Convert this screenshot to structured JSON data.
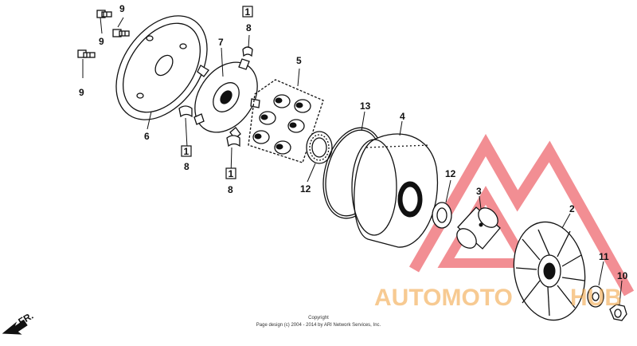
{
  "diagram": {
    "parts": [
      {
        "key": "p9a",
        "label": "9"
      },
      {
        "key": "p9b",
        "label": "9"
      },
      {
        "key": "p9c",
        "label": "9"
      },
      {
        "key": "p7",
        "label": "7"
      },
      {
        "key": "p8a",
        "label": "8"
      },
      {
        "key": "p8b",
        "label": "8"
      },
      {
        "key": "p8c",
        "label": "8"
      },
      {
        "key": "p5",
        "label": "5"
      },
      {
        "key": "p6",
        "label": "6"
      },
      {
        "key": "p13",
        "label": "13"
      },
      {
        "key": "p4",
        "label": "4"
      },
      {
        "key": "p12a",
        "label": "12"
      },
      {
        "key": "p12b",
        "label": "12"
      },
      {
        "key": "p3",
        "label": "3"
      },
      {
        "key": "p2",
        "label": "2"
      },
      {
        "key": "p11",
        "label": "11"
      },
      {
        "key": "p10",
        "label": "10"
      }
    ],
    "boxed_refs": [
      "1",
      "1",
      "1"
    ],
    "front_indicator": "FR.",
    "copyright_line1": "Copyright",
    "copyright_line2": "Page design (c) 2004 - 2014 by ARI Network Services, Inc.",
    "watermark_text_red": "AUTOMOTO",
    "watermark_text_orange": "HUB",
    "colors": {
      "watermark_red": "#e8323c",
      "watermark_orange": "#f2a84a",
      "ink": "#111111"
    }
  }
}
